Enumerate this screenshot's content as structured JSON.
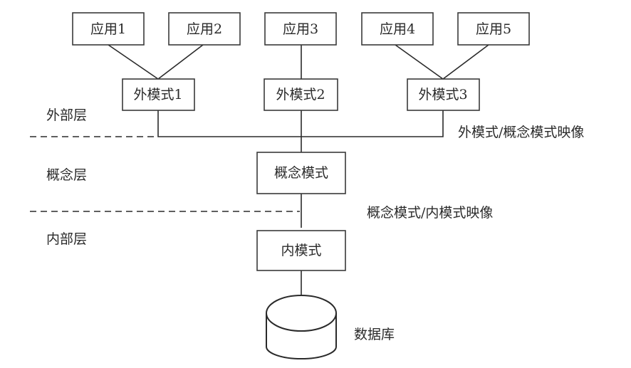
{
  "diagram": {
    "type": "three-schema database architecture",
    "applications": [
      {
        "id": "app1",
        "label": "应用1"
      },
      {
        "id": "app2",
        "label": "应用2"
      },
      {
        "id": "app3",
        "label": "应用3"
      },
      {
        "id": "app4",
        "label": "应用4"
      },
      {
        "id": "app5",
        "label": "应用5"
      }
    ],
    "external_schemas": [
      {
        "id": "ext1",
        "label": "外模式1",
        "serves": [
          "app1",
          "app2"
        ]
      },
      {
        "id": "ext2",
        "label": "外模式2",
        "serves": [
          "app3"
        ]
      },
      {
        "id": "ext3",
        "label": "外模式3",
        "serves": [
          "app4",
          "app5"
        ]
      }
    ],
    "conceptual_schema": {
      "id": "conceptual",
      "label": "概念模式"
    },
    "internal_schema": {
      "id": "internal",
      "label": "内模式"
    },
    "database": {
      "id": "db",
      "label": "数据库"
    },
    "layers": {
      "external": "外部层",
      "conceptual": "概念层",
      "internal": "内部层"
    },
    "mappings": {
      "external_conceptual": "外模式/概念模式映像",
      "conceptual_internal": "概念模式/内模式映像"
    }
  }
}
